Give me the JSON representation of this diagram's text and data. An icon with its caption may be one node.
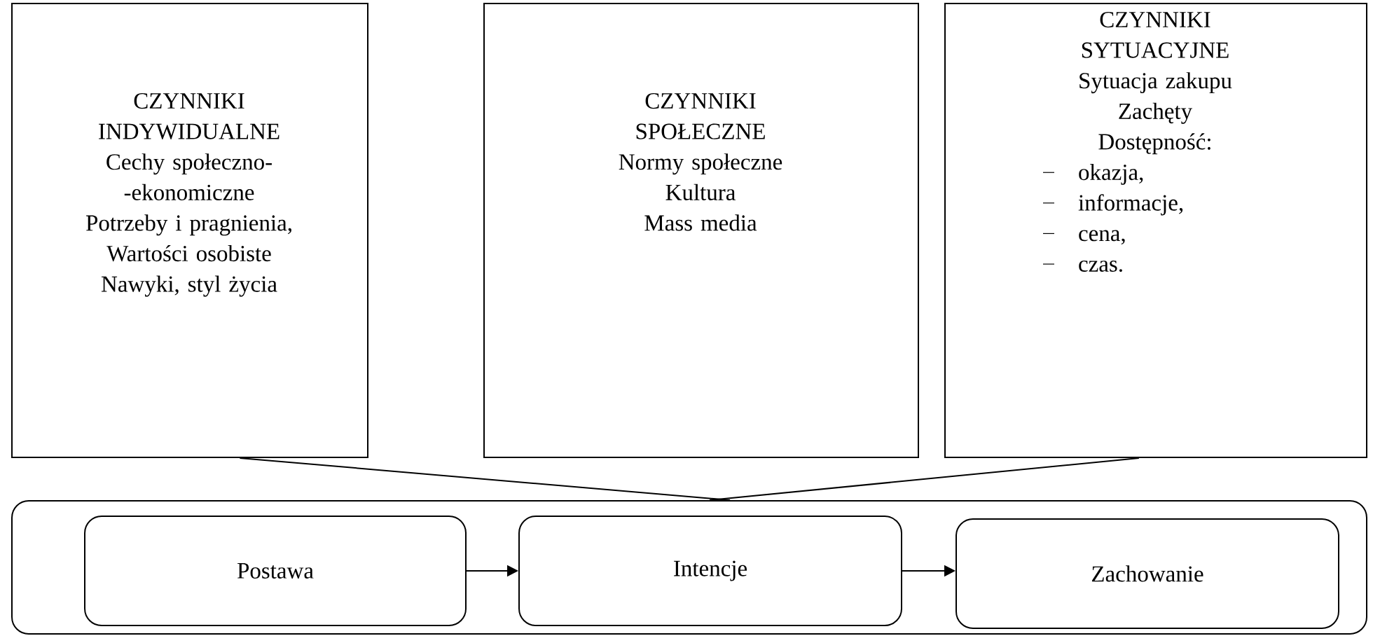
{
  "diagram": {
    "nodes": [
      {
        "text": [
          "CZYNNIKI INDYWIDUALNE",
          "Cechy społeczno- -ekonomiczne",
          "Potrzeby i pragnienia,",
          "Wartości osobiste",
          "Nawyki, styl życia"
        ]
      },
      {
        "text": [
          "CZYNNIKI SPOŁECZNE",
          "Normy społeczne",
          "Kultura",
          "Mass media"
        ]
      },
      {
        "text": [
          "CZYNNIKI SYTUACYJNE",
          "Sytuacja zakupu",
          "Zachęty",
          "Dostępność:",
          "okazja,",
          "informacje,",
          "cena,",
          "czas."
        ]
      },
      {
        "text": [],
        "shape": "box"
      },
      {
        "text": [
          "Postawa"
        ],
        "in": 3
      },
      {
        "text": [
          "Intencje"
        ],
        "in": 3
      },
      {
        "text": [
          "Zachowanie"
        ],
        "in": 3
      }
    ],
    "edges": [
      {
        "from": 0,
        "to": 3,
        "arrow": "none"
      },
      {
        "from": 2,
        "to": 3,
        "arrow": "none"
      },
      {
        "from": 4,
        "to": 5,
        "arrow": "to"
      },
      {
        "from": 5,
        "to": 6,
        "arrow": "to"
      }
    ]
  }
}
